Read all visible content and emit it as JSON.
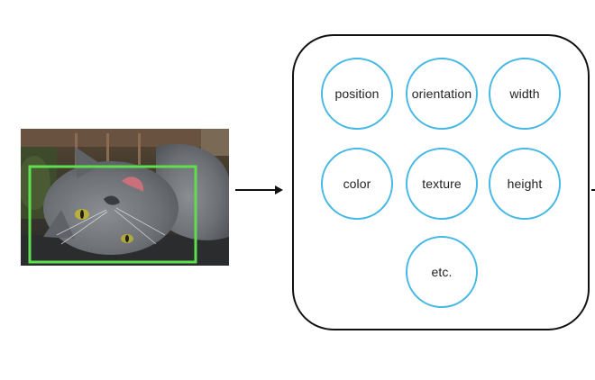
{
  "image": {
    "subject": "gray cat",
    "bounding_box_color": "#5ee04e"
  },
  "arrow": {
    "color": "#111111"
  },
  "features": {
    "circle_color": "#45b8e6",
    "items": [
      "position",
      "orientation",
      "width",
      "color",
      "texture",
      "height",
      "etc."
    ]
  }
}
